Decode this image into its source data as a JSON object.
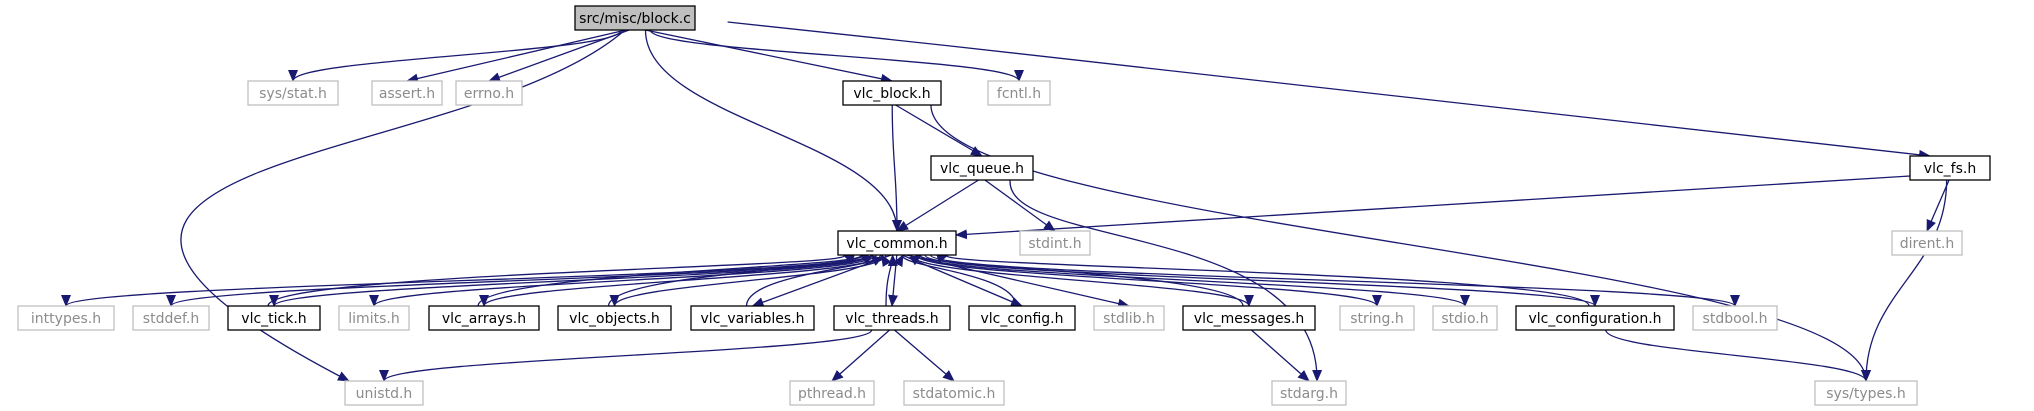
{
  "colors": {
    "edge": "#191970",
    "root_fill": "#bfbfbf",
    "documented_border": "#000000",
    "undocumented_border": "#bfbfbf",
    "label": "#000000"
  },
  "nodes": [
    {
      "id": "root",
      "label": "src/misc/block.c",
      "kind": "root"
    },
    {
      "id": "sys_stat",
      "label": "sys/stat.h",
      "kind": "external"
    },
    {
      "id": "assert",
      "label": "assert.h",
      "kind": "external"
    },
    {
      "id": "errno",
      "label": "errno.h",
      "kind": "external"
    },
    {
      "id": "vlc_block",
      "label": "vlc_block.h",
      "kind": "documented"
    },
    {
      "id": "fcntl",
      "label": "fcntl.h",
      "kind": "external"
    },
    {
      "id": "vlc_queue",
      "label": "vlc_queue.h",
      "kind": "documented"
    },
    {
      "id": "vlc_fs",
      "label": "vlc_fs.h",
      "kind": "documented"
    },
    {
      "id": "vlc_common",
      "label": "vlc_common.h",
      "kind": "documented"
    },
    {
      "id": "stdint",
      "label": "stdint.h",
      "kind": "external"
    },
    {
      "id": "dirent",
      "label": "dirent.h",
      "kind": "external"
    },
    {
      "id": "inttypes",
      "label": "inttypes.h",
      "kind": "external"
    },
    {
      "id": "stddef",
      "label": "stddef.h",
      "kind": "external"
    },
    {
      "id": "vlc_tick",
      "label": "vlc_tick.h",
      "kind": "documented"
    },
    {
      "id": "limits",
      "label": "limits.h",
      "kind": "external"
    },
    {
      "id": "vlc_arrays",
      "label": "vlc_arrays.h",
      "kind": "documented"
    },
    {
      "id": "vlc_objects",
      "label": "vlc_objects.h",
      "kind": "documented"
    },
    {
      "id": "vlc_variables",
      "label": "vlc_variables.h",
      "kind": "documented"
    },
    {
      "id": "vlc_threads",
      "label": "vlc_threads.h",
      "kind": "documented"
    },
    {
      "id": "vlc_config",
      "label": "vlc_config.h",
      "kind": "documented"
    },
    {
      "id": "stdlib",
      "label": "stdlib.h",
      "kind": "external"
    },
    {
      "id": "vlc_messages",
      "label": "vlc_messages.h",
      "kind": "documented"
    },
    {
      "id": "string",
      "label": "string.h",
      "kind": "external"
    },
    {
      "id": "stdio",
      "label": "stdio.h",
      "kind": "external"
    },
    {
      "id": "vlc_configuration",
      "label": "vlc_configuration.h",
      "kind": "documented"
    },
    {
      "id": "stdbool",
      "label": "stdbool.h",
      "kind": "external"
    },
    {
      "id": "unistd",
      "label": "unistd.h",
      "kind": "external"
    },
    {
      "id": "pthread",
      "label": "pthread.h",
      "kind": "external"
    },
    {
      "id": "stdatomic",
      "label": "stdatomic.h",
      "kind": "external"
    },
    {
      "id": "stdarg",
      "label": "stdarg.h",
      "kind": "external"
    },
    {
      "id": "sys_types",
      "label": "sys/types.h",
      "kind": "external"
    }
  ],
  "edges": [
    [
      "root",
      "sys_stat"
    ],
    [
      "root",
      "assert"
    ],
    [
      "root",
      "errno"
    ],
    [
      "root",
      "vlc_block"
    ],
    [
      "root",
      "fcntl"
    ],
    [
      "root",
      "vlc_fs"
    ],
    [
      "root",
      "vlc_common"
    ],
    [
      "root",
      "unistd"
    ],
    [
      "vlc_block",
      "vlc_common"
    ],
    [
      "vlc_block",
      "vlc_queue"
    ],
    [
      "vlc_block",
      "sys_types"
    ],
    [
      "vlc_queue",
      "vlc_common"
    ],
    [
      "vlc_queue",
      "stdint"
    ],
    [
      "vlc_queue",
      "stdarg"
    ],
    [
      "vlc_fs",
      "vlc_common"
    ],
    [
      "vlc_fs",
      "dirent"
    ],
    [
      "vlc_fs",
      "sys_types"
    ],
    [
      "vlc_common",
      "inttypes"
    ],
    [
      "vlc_common",
      "stddef"
    ],
    [
      "vlc_common",
      "vlc_tick"
    ],
    [
      "vlc_common",
      "limits"
    ],
    [
      "vlc_common",
      "vlc_arrays"
    ],
    [
      "vlc_common",
      "vlc_objects"
    ],
    [
      "vlc_common",
      "vlc_variables"
    ],
    [
      "vlc_common",
      "vlc_threads"
    ],
    [
      "vlc_common",
      "vlc_config"
    ],
    [
      "vlc_common",
      "stdlib"
    ],
    [
      "vlc_common",
      "vlc_messages"
    ],
    [
      "vlc_common",
      "string"
    ],
    [
      "vlc_common",
      "stdio"
    ],
    [
      "vlc_common",
      "vlc_configuration"
    ],
    [
      "vlc_common",
      "stdbool"
    ],
    [
      "vlc_tick",
      "vlc_common"
    ],
    [
      "vlc_arrays",
      "vlc_common"
    ],
    [
      "vlc_objects",
      "vlc_common"
    ],
    [
      "vlc_variables",
      "vlc_common"
    ],
    [
      "vlc_threads",
      "vlc_common"
    ],
    [
      "vlc_config",
      "vlc_common"
    ],
    [
      "vlc_messages",
      "vlc_common"
    ],
    [
      "vlc_configuration",
      "vlc_common"
    ],
    [
      "vlc_threads",
      "unistd"
    ],
    [
      "vlc_threads",
      "pthread"
    ],
    [
      "vlc_threads",
      "stdatomic"
    ],
    [
      "vlc_messages",
      "stdarg"
    ],
    [
      "vlc_configuration",
      "sys_types"
    ]
  ]
}
